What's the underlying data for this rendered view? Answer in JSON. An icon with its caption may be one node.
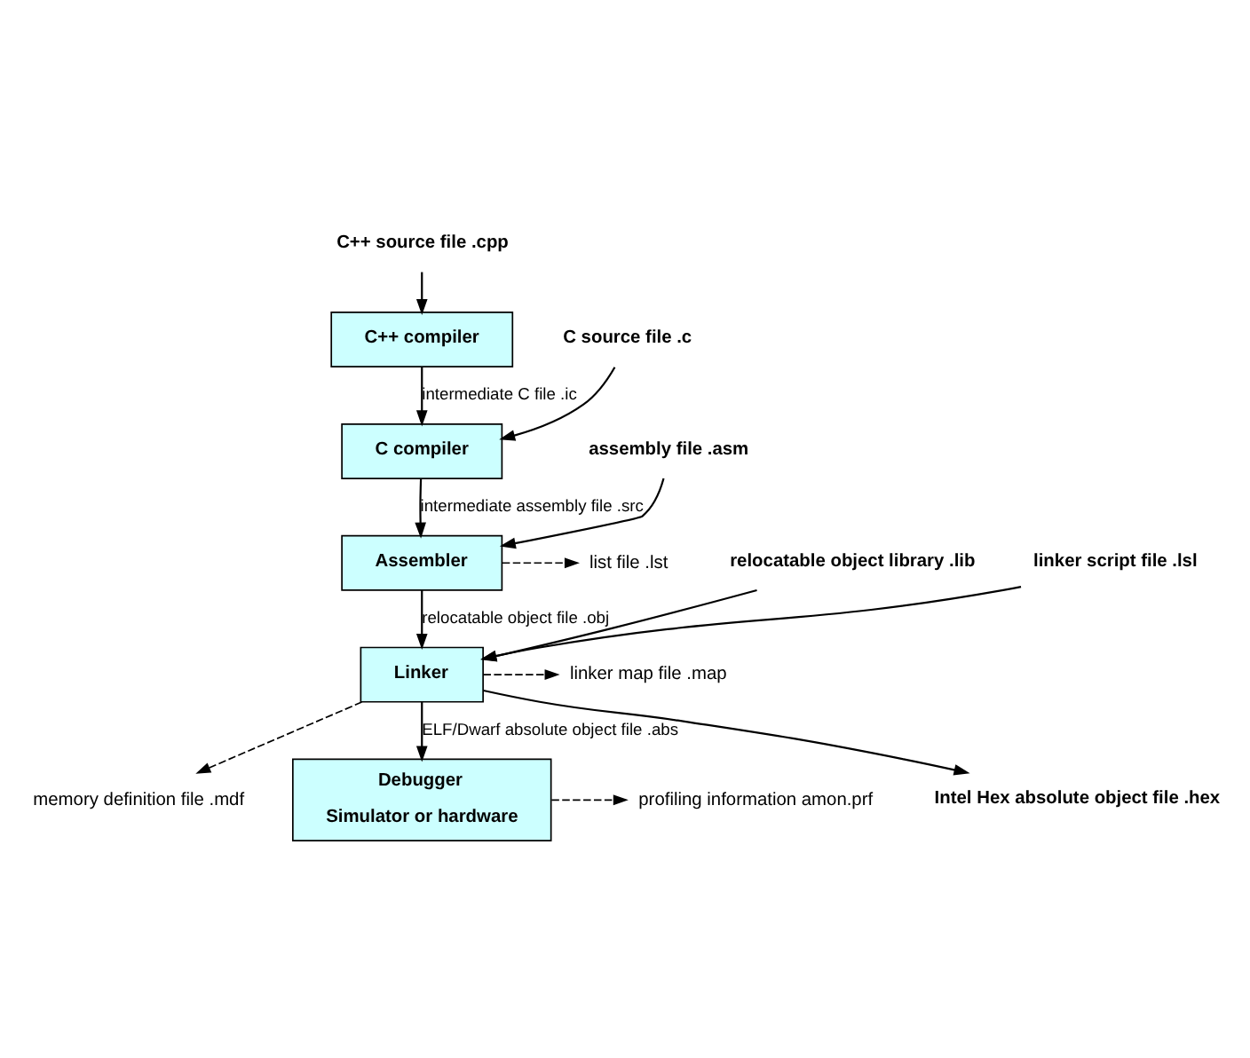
{
  "diagram": {
    "nodes": [
      {
        "text": [
          "C++ source file .cpp"
        ]
      },
      {
        "text": [
          "C++ compiler"
        ]
      },
      {
        "text": [
          "C source file .c"
        ]
      },
      {
        "text": [
          "C compiler"
        ]
      },
      {
        "text": [
          "assembly file .asm"
        ]
      },
      {
        "text": [
          "Assembler"
        ]
      },
      {
        "text": [
          "list file .lst"
        ]
      },
      {
        "text": [
          "relocatable object library .lib"
        ]
      },
      {
        "text": [
          "linker script file .lsl"
        ]
      },
      {
        "text": [
          "Linker"
        ]
      },
      {
        "text": [
          "linker map file .map"
        ]
      },
      {
        "text": [
          "memory definition file .mdf"
        ]
      },
      {
        "text": [
          "Debugger",
          "Simulator or hardware"
        ]
      },
      {
        "text": [
          "profiling information amon.prf"
        ]
      },
      {
        "text": [
          "Intel Hex absolute object file .hex"
        ]
      }
    ],
    "edges": [
      {
        "from": 0,
        "to": 1,
        "arrow": "to"
      },
      {
        "from": 1,
        "to": 3,
        "arrow": "to",
        "label": "intermediate C file .ic"
      },
      {
        "from": 2,
        "to": 3,
        "arrow": "to"
      },
      {
        "from": 3,
        "to": 5,
        "arrow": "to",
        "label": "intermediate assembly file .src"
      },
      {
        "from": 4,
        "to": 5,
        "arrow": "to"
      },
      {
        "from": 5,
        "to": 6,
        "arrow": "to",
        "style": "dashed"
      },
      {
        "from": 5,
        "to": 9,
        "arrow": "to",
        "label": "relocatable object file .obj"
      },
      {
        "from": 7,
        "to": 9,
        "arrow": "to"
      },
      {
        "from": 8,
        "to": 9,
        "arrow": "to"
      },
      {
        "from": 9,
        "to": 10,
        "arrow": "to",
        "style": "dashed"
      },
      {
        "from": 9,
        "to": 11,
        "arrow": "to",
        "style": "dashed"
      },
      {
        "from": 9,
        "to": 12,
        "arrow": "to",
        "label": "ELF/Dwarf absolute object file .abs"
      },
      {
        "from": 12,
        "to": 13,
        "arrow": "to",
        "style": "dashed"
      },
      {
        "from": 9,
        "to": 14,
        "arrow": "to"
      }
    ]
  }
}
